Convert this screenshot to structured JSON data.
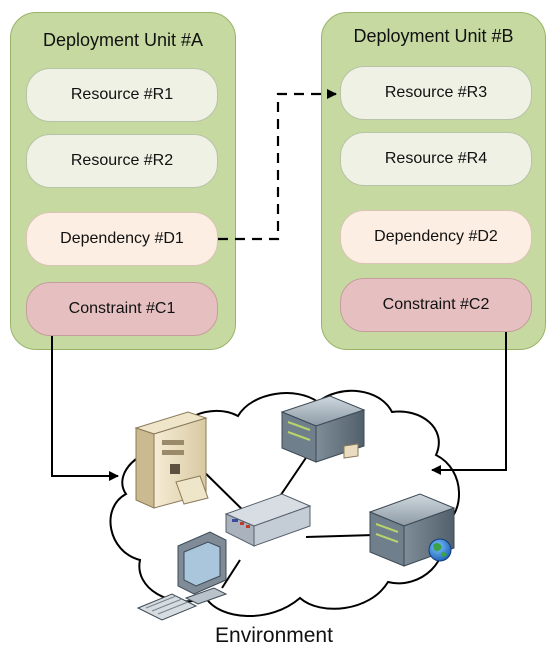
{
  "units": [
    {
      "title": "Deployment Unit #A",
      "items": [
        {
          "label": "Resource #R1",
          "kind": "resource"
        },
        {
          "label": "Resource #R2",
          "kind": "resource"
        },
        {
          "label": "Dependency #D1",
          "kind": "dependency"
        },
        {
          "label": "Constraint #C1",
          "kind": "constraint"
        }
      ]
    },
    {
      "title": "Deployment Unit #B",
      "items": [
        {
          "label": "Resource #R3",
          "kind": "resource"
        },
        {
          "label": "Resource #R4",
          "kind": "resource"
        },
        {
          "label": "Dependency #D2",
          "kind": "dependency"
        },
        {
          "label": "Constraint #C2",
          "kind": "constraint"
        }
      ]
    }
  ],
  "environment": {
    "label": "Environment",
    "nodes": [
      {
        "icon": "server-tower-icon"
      },
      {
        "icon": "rack-server-icon"
      },
      {
        "icon": "network-switch-icon"
      },
      {
        "icon": "web-server-icon"
      },
      {
        "icon": "workstation-icon"
      }
    ]
  },
  "colors": {
    "unit_fill": "#c5d9a0",
    "resource_fill": "#eef1e3",
    "dependency_fill": "#fdeee3",
    "constraint_fill": "#e6bfc0"
  }
}
